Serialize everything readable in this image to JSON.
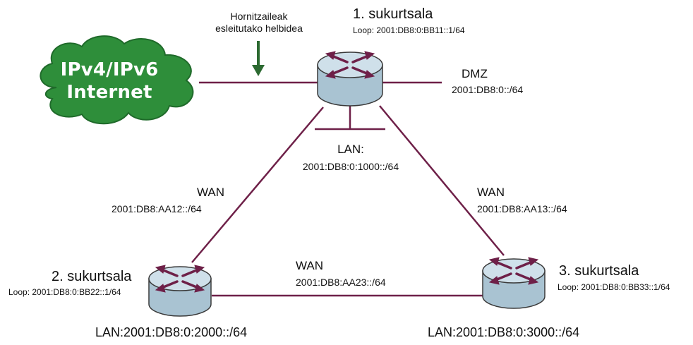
{
  "colors": {
    "link": "#6e2048",
    "cloud_fill": "#2e8e3a",
    "cloud_stroke": "#1f6a2a",
    "router_top": "#cfe0ea",
    "router_side": "#a9c3d2",
    "router_arrow": "#6e2048",
    "assign_arrow": "#2c6a31",
    "text": "#111111"
  },
  "cloud": {
    "line1": "IPv4/IPv6",
    "line2": "Internet"
  },
  "provider_note": {
    "line1": "Hornitzaileak",
    "line2": "esleitutako helbidea"
  },
  "branch1": {
    "title": "1. sukurtsala",
    "loop": "Loop: 2001:DB8:0:BB11::1/64"
  },
  "branch2": {
    "title": "2. sukurtsala",
    "loop": "Loop: 2001:DB8:0:BB22::1/64",
    "lan": "LAN:2001:DB8:0:2000::/64"
  },
  "branch3": {
    "title": "3. sukurtsala",
    "loop": "Loop: 2001:DB8:0:BB33::1/64",
    "lan": "LAN:2001:DB8:0:3000::/64"
  },
  "dmz": {
    "name": "DMZ",
    "prefix": "2001:DB8:0::/64"
  },
  "lan1": {
    "name": "LAN:",
    "prefix": "2001:DB8:0:1000::/64"
  },
  "wan12": {
    "name": "WAN",
    "prefix": "2001:DB8:AA12::/64"
  },
  "wan13": {
    "name": "WAN",
    "prefix": "2001:DB8:AA13::/64"
  },
  "wan23": {
    "name": "WAN",
    "prefix": "2001:DB8:AA23::/64"
  }
}
